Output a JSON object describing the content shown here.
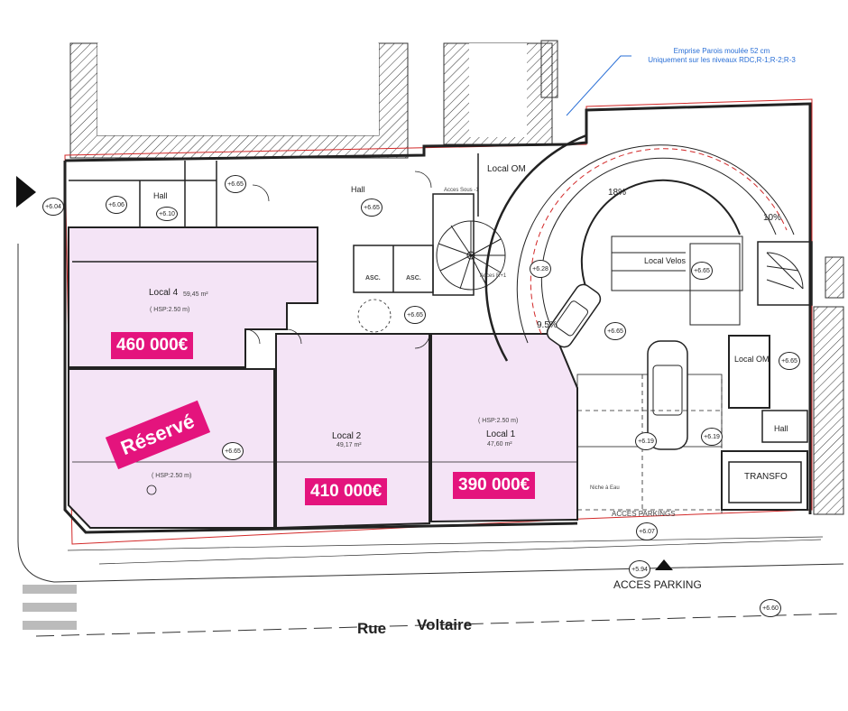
{
  "note": {
    "line1": "Emprise Parois moulée 52 cm",
    "line2": "Uniquement sur les niveaux RDC,R-1;R-2;R-3"
  },
  "rooms": {
    "local4": {
      "name": "Local 4",
      "area": "59,45 m²",
      "hsp": "( HSP:2.50 m)"
    },
    "local3": {
      "hsp": "( HSP:2.50 m)"
    },
    "local2": {
      "name": "Local 2",
      "area": "49,17 m²"
    },
    "local1": {
      "name": "Local 1",
      "area": "47,60 m²",
      "hsp": "( HSP:2.50 m)"
    },
    "hall_main": "Hall",
    "hall_left": "Hall",
    "hall_right": "Hall",
    "local_om_top": "Local OM",
    "local_om_right": "Local OM",
    "local_velos": "Local Velos",
    "transfo": "TRANSFO",
    "asc1": "ASC.",
    "asc2": "ASC.",
    "acces_sous_sol": "Acces Sous -1",
    "acces_r1": "Acces R+1",
    "niche_eau": "Niche à Eau",
    "acces_parkings": "ACCES PARKINGS"
  },
  "prices": {
    "local4": "460 000€",
    "local2": "410 000€",
    "local1": "390 000€"
  },
  "reserved": "Réservé",
  "ramp": {
    "slope1": "18%",
    "slope2": "10%",
    "slope3": "9.5%"
  },
  "levels": {
    "l1": "+6.65",
    "l2": "+6.65",
    "l3": "+6.65",
    "l4": "+6.65",
    "l5": "+6.65",
    "l6": "+6.65",
    "l7": "+6.65",
    "l8": "+6.28",
    "l9": "+6.19",
    "l10": "+6.19",
    "l11": "+6.07",
    "l12": "+5.94",
    "l13": "+6.06",
    "l14": "+6.04",
    "l15": "+6.10",
    "l16": "+6.60"
  },
  "street": {
    "name1": "Rue",
    "name2": "Voltaire"
  },
  "acces_parking": "ACCES PARKING",
  "colors": {
    "unit_fill": "#f4e4f6",
    "price_bg": "#e4147d",
    "wall": "#222222",
    "red_line": "#d22828",
    "note_blue": "#2a6fd6"
  }
}
